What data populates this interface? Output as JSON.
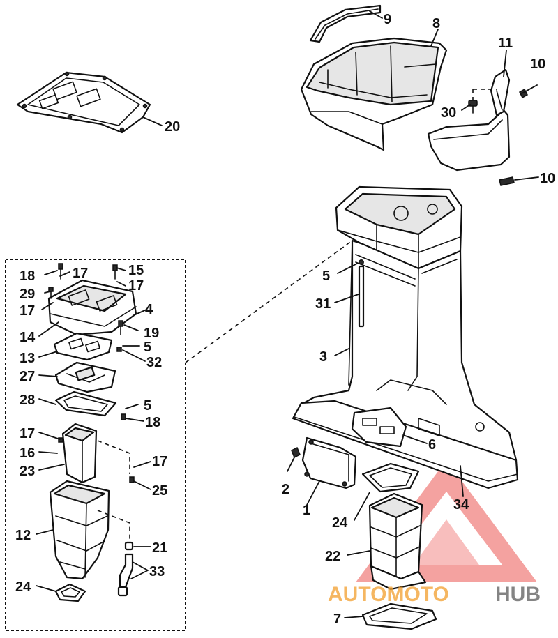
{
  "callouts": {
    "c9": "9",
    "c8": "8",
    "c11": "11",
    "c10a": "10",
    "c30": "30",
    "c10b": "10",
    "c20": "20",
    "c5a": "5",
    "c31": "31",
    "c3": "3",
    "c18a": "18",
    "c17a": "17",
    "c15": "15",
    "c29": "29",
    "c17b": "17",
    "c17c": "17",
    "c4": "4",
    "c14": "14",
    "c19": "19",
    "c5b": "5",
    "c13": "13",
    "c32": "32",
    "c27": "27",
    "c28": "28",
    "c5c": "5",
    "c18b": "18",
    "c17d": "17",
    "c16": "16",
    "c17e": "17",
    "c23": "23",
    "c25": "25",
    "c12": "12",
    "c21": "21",
    "c33": "33",
    "c24a": "24",
    "c6": "6",
    "c2": "2",
    "c1": "1",
    "c24b": "24",
    "c34": "34",
    "c22": "22",
    "c7": "7"
  },
  "watermark": {
    "part1": "AUTOMOTO",
    "part2": "HUB",
    "color_red": "#e8322f",
    "color_orange": "#f3a53a",
    "color_gray": "#666666"
  }
}
